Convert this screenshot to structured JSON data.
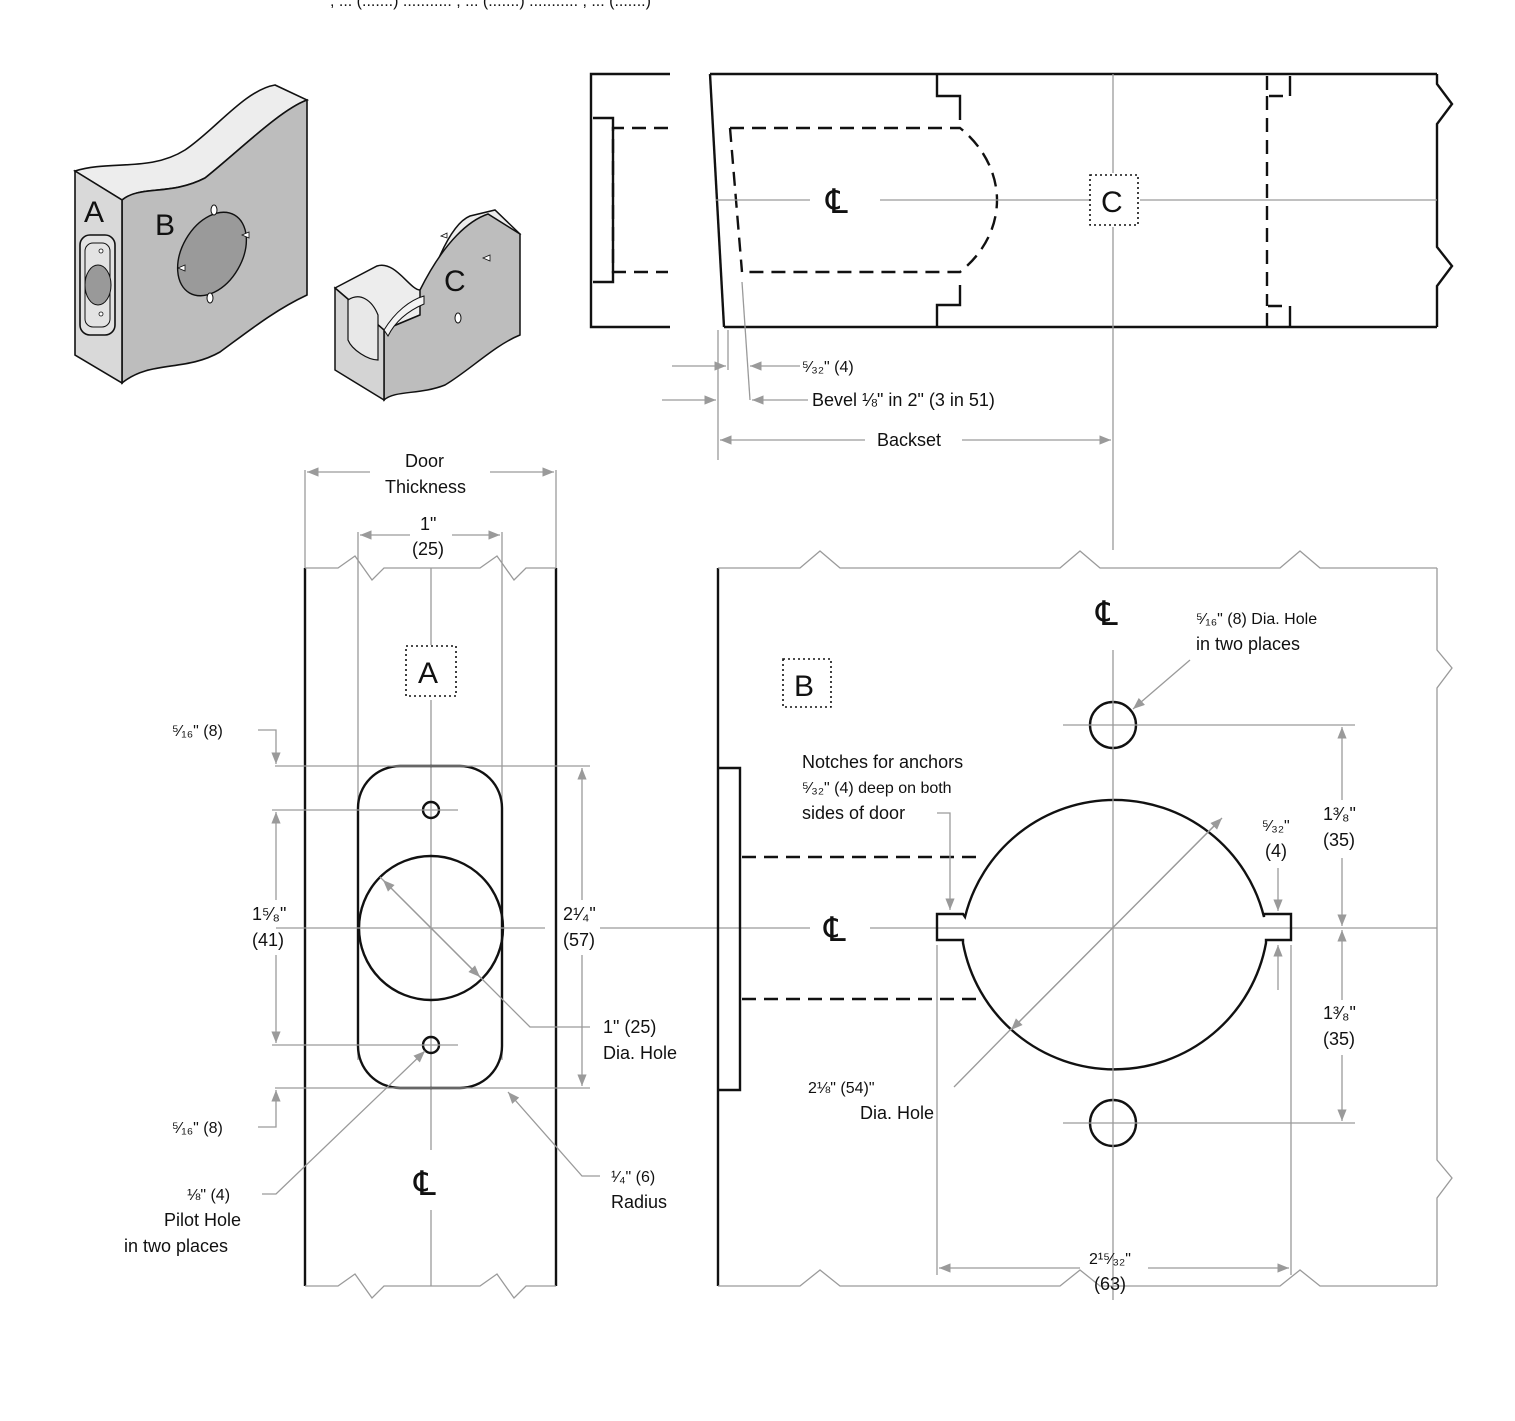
{
  "header_note": ", ... (.......) ........... , ... (.......) ........... , ... (.......)",
  "iso": {
    "label_a": "A",
    "label_b": "B",
    "label_c": "C"
  },
  "view_c": {
    "tag": "C",
    "centerline": "℄",
    "dim_532": "⁵⁄₃₂\" (4)",
    "dim_bevel": "Bevel ⅛\" in 2\" (3 in 51)",
    "dim_backset": "Backset"
  },
  "view_a": {
    "tag": "A",
    "centerline": "℄",
    "door_thickness_1": "Door",
    "door_thickness_2": "Thickness",
    "width_in": "1\"",
    "width_mm": "(25)",
    "top_offset": "⁵⁄₁₆\" (8)",
    "bottom_offset": "⁵⁄₁₆\" (8)",
    "pilot_spacing_in": "1⁵⁄₈\"",
    "pilot_spacing_mm": "(41)",
    "plate_height_in": "2¹⁄₄\"",
    "plate_height_mm": "(57)",
    "hole_1": "1\" (25)",
    "hole_2": "Dia. Hole",
    "radius_1": "¹⁄₄\" (6)",
    "radius_2": "Radius",
    "pilot_1": "⅛\" (4)",
    "pilot_2": "Pilot Hole",
    "pilot_3": "in two places"
  },
  "view_b": {
    "tag": "B",
    "centerline_top": "℄",
    "centerline_left": "℄",
    "small_hole_1": "⁵⁄₁₆\" (8) Dia. Hole",
    "small_hole_2": "in two places",
    "notches_1": "Notches for anchors",
    "notches_2": "⁵⁄₃₂\" (4) deep on both",
    "notches_3": "sides of door",
    "notch_depth_in": "⁵⁄₃₂\"",
    "notch_depth_mm": "(4)",
    "upper_in": "1³⁄₈\"",
    "upper_mm": "(35)",
    "lower_in": "1³⁄₈\"",
    "lower_mm": "(35)",
    "main_hole_1": "2⅛\" (54)\"",
    "main_hole_2": "Dia. Hole",
    "overall_in": "2¹⁵⁄₃₂\"",
    "overall_mm": "(63)"
  }
}
